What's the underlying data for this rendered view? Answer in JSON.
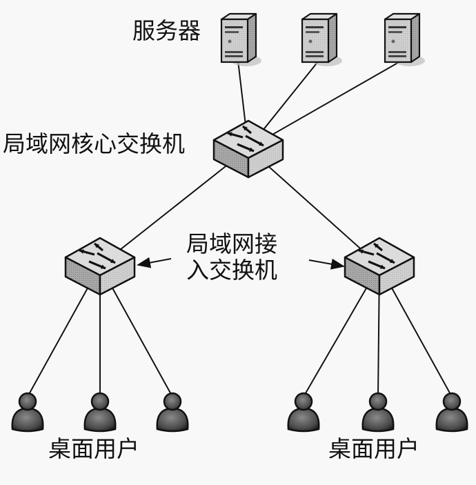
{
  "labels": {
    "servers": "服务器",
    "core_switch": "局域网核心交换机",
    "access_switch_line1": "局域网接",
    "access_switch_line2": "入交换机",
    "users_left": "桌面用户",
    "users_right": "桌面用户"
  },
  "nodes": {
    "servers": [
      "server-1",
      "server-2",
      "server-3"
    ],
    "core_switch": "core-switch",
    "access_switches": [
      "access-switch-left",
      "access-switch-right"
    ],
    "users_left": [
      "user-1",
      "user-2",
      "user-3"
    ],
    "users_right": [
      "user-4",
      "user-5",
      "user-6"
    ]
  },
  "edges": [
    [
      "server-1",
      "core-switch"
    ],
    [
      "server-2",
      "core-switch"
    ],
    [
      "server-3",
      "core-switch"
    ],
    [
      "core-switch",
      "access-switch-left"
    ],
    [
      "core-switch",
      "access-switch-right"
    ],
    [
      "access-switch-left",
      "user-1"
    ],
    [
      "access-switch-left",
      "user-2"
    ],
    [
      "access-switch-left",
      "user-3"
    ],
    [
      "access-switch-right",
      "user-4"
    ],
    [
      "access-switch-right",
      "user-5"
    ],
    [
      "access-switch-right",
      "user-6"
    ]
  ],
  "colors": {
    "line": "#111111",
    "device_light": "#d9d9d9",
    "device_dark": "#9a9a9a",
    "user": "#4a4a4a"
  }
}
